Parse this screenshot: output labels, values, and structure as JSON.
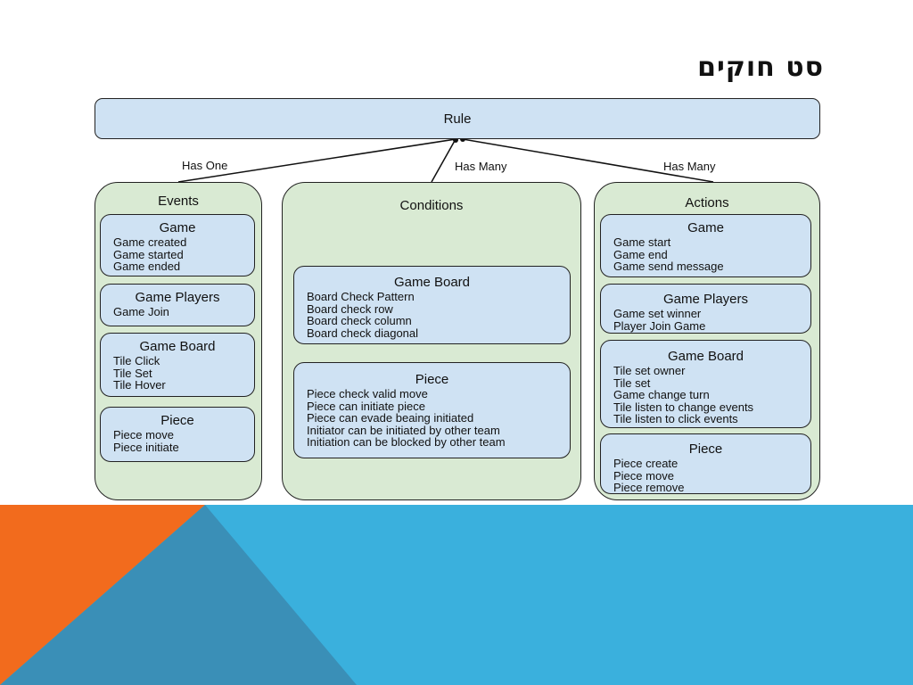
{
  "slide": {
    "title": "סט חוקים"
  },
  "rule": {
    "label": "Rule"
  },
  "edges": {
    "events": "Has One",
    "conditions": "Has Many",
    "actions": "Has Many"
  },
  "events": {
    "title": "Events",
    "sections": [
      {
        "title": "Game",
        "items": [
          "Game created",
          "Game started",
          "Game ended"
        ]
      },
      {
        "title": "Game Players",
        "items": [
          "Game Join"
        ]
      },
      {
        "title": "Game Board",
        "items": [
          "Tile Click",
          "Tile Set",
          "Tile Hover"
        ]
      },
      {
        "title": "Piece",
        "items": [
          "Piece move",
          "Piece initiate"
        ]
      }
    ]
  },
  "conditions": {
    "title": "Conditions",
    "sections": [
      {
        "title": "Game Board",
        "items": [
          "Board Check Pattern",
          "Board check row",
          "Board check column",
          "Board check diagonal"
        ]
      },
      {
        "title": "Piece",
        "items": [
          "Piece check valid move",
          "Piece can initiate piece",
          "Piece can evade beaing initiated",
          "Initiator can be initiated by other team",
          "Initiation can be blocked by other team"
        ]
      }
    ]
  },
  "actions": {
    "title": "Actions",
    "sections": [
      {
        "title": "Game",
        "items": [
          "Game start",
          "Game end",
          "Game send message"
        ]
      },
      {
        "title": "Game Players",
        "items": [
          "Game set winner",
          "Player Join Game"
        ]
      },
      {
        "title": "Game Board",
        "items": [
          "Tile set owner",
          "Tile set",
          "Game change turn",
          "Tile listen to change events",
          "Tile listen to click events"
        ]
      },
      {
        "title": "Piece",
        "items": [
          "Piece create",
          "Piece move",
          "Piece remove"
        ]
      }
    ]
  },
  "colors": {
    "rule_fill": "#cfe2f3",
    "group_fill": "#d9ead3",
    "accent_blue": "#3ab0dd",
    "accent_orange": "#f26b1d",
    "accent_teal": "#3a8fb7"
  }
}
